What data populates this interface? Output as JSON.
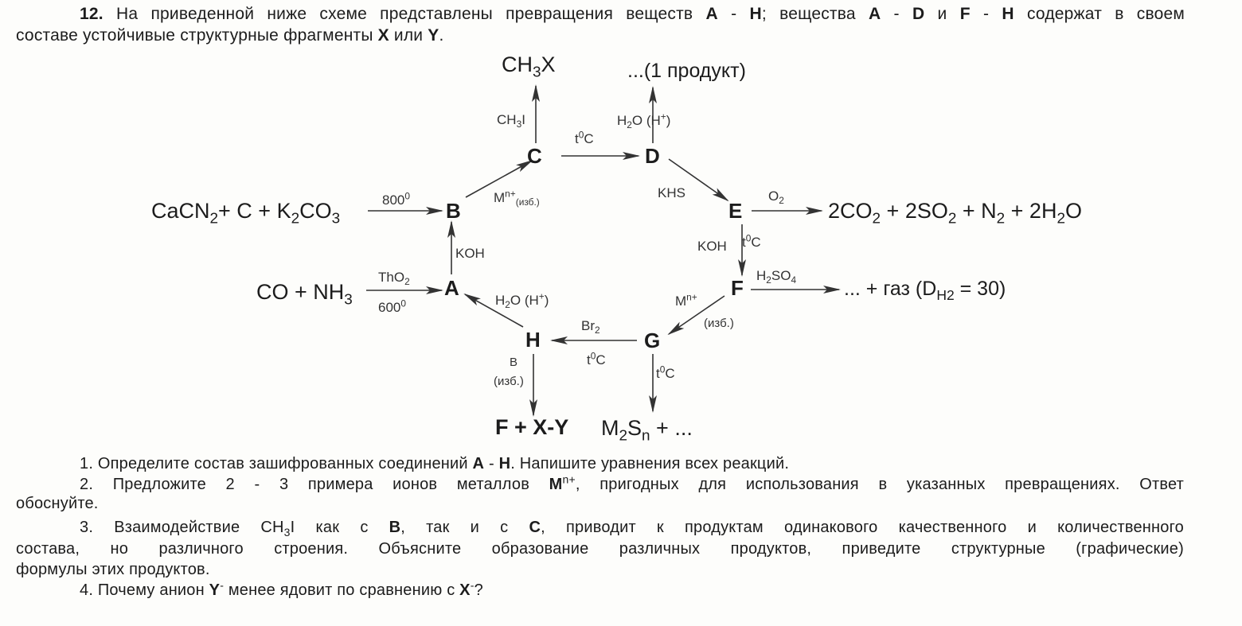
{
  "header": {
    "line1": [
      [
        "12.",
        "b"
      ],
      [
        " На приведенной ниже схеме представлены превращения веществ ",
        ""
      ],
      [
        "A",
        "b"
      ],
      [
        " - ",
        ""
      ],
      [
        "H",
        "b"
      ],
      [
        "; вещества ",
        ""
      ],
      [
        "A",
        "b"
      ],
      [
        " - ",
        ""
      ],
      [
        "D",
        "b"
      ],
      [
        " и ",
        ""
      ],
      [
        "F",
        "b"
      ],
      [
        " - ",
        ""
      ],
      [
        "H",
        "b"
      ],
      [
        " содержат в своем",
        ""
      ]
    ],
    "line2": [
      [
        "составе устойчивые структурные фрагменты ",
        ""
      ],
      [
        "X",
        "b"
      ],
      [
        " или ",
        ""
      ],
      [
        "Y",
        "b"
      ],
      [
        ".",
        ""
      ]
    ]
  },
  "scheme": {
    "nodes": {
      "A": "A",
      "B": "B",
      "C": "C",
      "D": "D",
      "E": "E",
      "F": "F",
      "G": "G",
      "H": "H"
    },
    "ch3x": [
      [
        "CH",
        ""
      ],
      [
        "3",
        "sub"
      ],
      [
        "X",
        ""
      ]
    ],
    "one_product": [
      [
        "...(1 продукт)",
        ""
      ]
    ],
    "cacn2": [
      [
        "CaCN",
        ""
      ],
      [
        "2",
        "sub"
      ],
      [
        "+ C + K",
        ""
      ],
      [
        "2",
        "sub"
      ],
      [
        "CO",
        ""
      ],
      [
        "3",
        "sub"
      ]
    ],
    "co_nh3": [
      [
        "CO + NH",
        ""
      ],
      [
        "3",
        "sub"
      ]
    ],
    "e_products": [
      [
        "2CO",
        ""
      ],
      [
        "2",
        "sub"
      ],
      [
        " +  2SO",
        ""
      ],
      [
        "2",
        "sub"
      ],
      [
        " + N",
        ""
      ],
      [
        "2",
        "sub"
      ],
      [
        " +  2H",
        ""
      ],
      [
        "2",
        "sub"
      ],
      [
        "O",
        ""
      ]
    ],
    "f_products": [
      [
        "... + газ (D",
        ""
      ],
      [
        "H",
        "sub"
      ],
      [
        "2",
        "sub"
      ],
      [
        " = 30)",
        ""
      ]
    ],
    "h_products": [
      [
        "F + X-Y",
        ""
      ]
    ],
    "g_products": [
      [
        "M",
        ""
      ],
      [
        "2",
        "sub"
      ],
      [
        "S",
        ""
      ],
      [
        "n",
        "sub"
      ],
      [
        " + ...",
        ""
      ]
    ],
    "labels": {
      "ch3i": [
        [
          "CH",
          ""
        ],
        [
          "3",
          "sub"
        ],
        [
          "I",
          ""
        ]
      ],
      "c_to_d": [
        [
          "t",
          ""
        ],
        [
          "0",
          "sup"
        ],
        [
          "C",
          ""
        ]
      ],
      "d_up": [
        [
          "H",
          ""
        ],
        [
          "2",
          "sub"
        ],
        [
          "O (H",
          ""
        ],
        [
          "+",
          "sup"
        ],
        [
          ")",
          ""
        ]
      ],
      "b_to_c": [
        [
          "M",
          ""
        ],
        [
          "n+",
          "sup"
        ],
        [
          "(изб.)",
          "sub"
        ]
      ],
      "d_to_e": [
        [
          "KHS",
          ""
        ]
      ],
      "to_b": [
        [
          "800",
          ""
        ],
        [
          "0",
          "sup"
        ]
      ],
      "e_o2": [
        [
          "O",
          ""
        ],
        [
          "2",
          "sub"
        ]
      ],
      "a_to_b": [
        [
          "KOH",
          ""
        ]
      ],
      "to_a_top": [
        [
          "ThO",
          ""
        ],
        [
          "2",
          "sub"
        ]
      ],
      "to_a_bottom": [
        [
          "600",
          ""
        ],
        [
          "0",
          "sup"
        ]
      ],
      "e_to_f_left": [
        [
          "KOH",
          ""
        ]
      ],
      "e_to_f_right": [
        [
          "t",
          ""
        ],
        [
          "0",
          "sup"
        ],
        [
          "C",
          ""
        ]
      ],
      "f_h2so4": [
        [
          "H",
          ""
        ],
        [
          "2",
          "sub"
        ],
        [
          "SO",
          ""
        ],
        [
          "4",
          "sub"
        ]
      ],
      "f_to_g_top": [
        [
          "M",
          ""
        ],
        [
          "n+",
          "sup"
        ]
      ],
      "f_to_g_bottom": [
        [
          "(изб.)",
          ""
        ]
      ],
      "h_to_a": [
        [
          "H",
          ""
        ],
        [
          "2",
          "sub"
        ],
        [
          "O (H",
          ""
        ],
        [
          "+",
          "sup"
        ],
        [
          ")",
          ""
        ]
      ],
      "g_to_h_top": [
        [
          "Br",
          ""
        ],
        [
          "2",
          "sub"
        ]
      ],
      "g_to_h_bottom": [
        [
          "t",
          ""
        ],
        [
          "0",
          "sup"
        ],
        [
          "C",
          ""
        ]
      ],
      "h_down_top": [
        [
          "B",
          ""
        ]
      ],
      "h_down_bottom": [
        [
          "(изб.)",
          ""
        ]
      ],
      "g_down": [
        [
          "t",
          ""
        ],
        [
          "0",
          "sup"
        ],
        [
          "C",
          ""
        ]
      ]
    }
  },
  "questions": {
    "q1": [
      [
        "1. Определите состав зашифрованных соединений ",
        ""
      ],
      [
        "A",
        "b"
      ],
      [
        " - ",
        ""
      ],
      [
        "H",
        "b"
      ],
      [
        ". Напишите уравнения всех реакций.",
        ""
      ]
    ],
    "q2_l1": [
      [
        "2. Предложите 2 - 3 примера ионов металлов ",
        ""
      ],
      [
        "M",
        "b"
      ],
      [
        "n+",
        "sup"
      ],
      [
        ", пригодных для использования в указанных превращениях. Ответ",
        ""
      ]
    ],
    "q2_l2": [
      [
        "обоснуйте.",
        ""
      ]
    ],
    "q3_l1": [
      [
        "3. Взаимодействие CH",
        ""
      ],
      [
        "3",
        "sub"
      ],
      [
        "I как с ",
        ""
      ],
      [
        "B",
        "b"
      ],
      [
        ", так и с ",
        ""
      ],
      [
        "C",
        "b"
      ],
      [
        ", приводит к продуктам одинакового качественного и количественного",
        ""
      ]
    ],
    "q3_l2": [
      [
        "состава, но различного строения. Объясните образование различных продуктов, приведите структурные (графические)",
        ""
      ]
    ],
    "q3_l3": [
      [
        "формулы этих продуктов.",
        ""
      ]
    ],
    "q4": [
      [
        "4. Почему анион ",
        ""
      ],
      [
        "Y",
        "b"
      ],
      [
        "-",
        "sup"
      ],
      [
        " менее ядовит по сравнению с ",
        ""
      ],
      [
        "X",
        "b"
      ],
      [
        "-",
        "sup"
      ],
      [
        "?",
        ""
      ]
    ]
  }
}
